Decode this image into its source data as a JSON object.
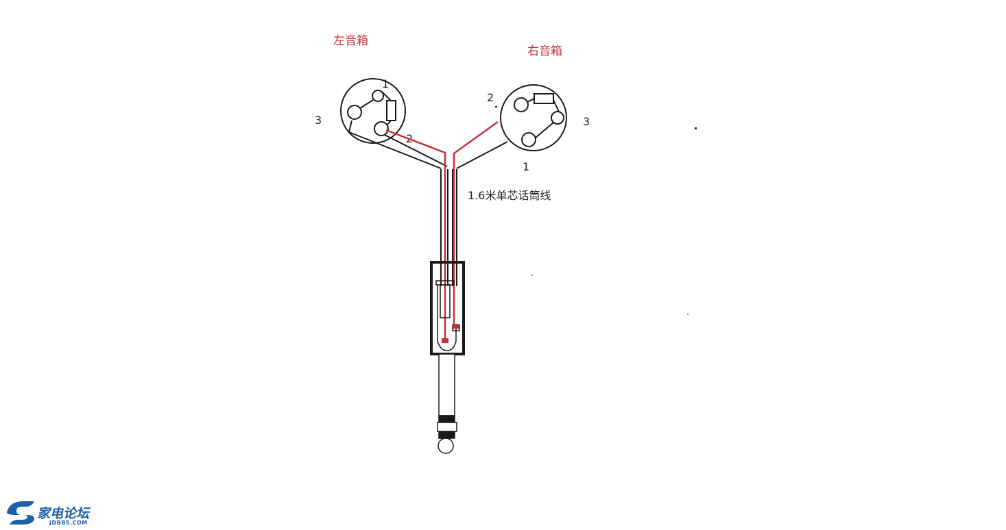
{
  "labels": {
    "left_speaker": "左音箱",
    "right_speaker": "右音箱",
    "left_pin_1": "1",
    "left_pin_2": "2",
    "left_pin_3": "3",
    "right_pin_1": "1",
    "right_pin_2": "2",
    "right_pin_3": "3",
    "cable": "1.6米单芯话筒线"
  },
  "watermark": {
    "name": "家电论坛",
    "domain": "JDBBS.COM"
  },
  "colors": {
    "wire": "#1a1a1a",
    "signal": "#c8303a",
    "label_red": "#c8303a",
    "watermark": "#1f5fa8"
  }
}
